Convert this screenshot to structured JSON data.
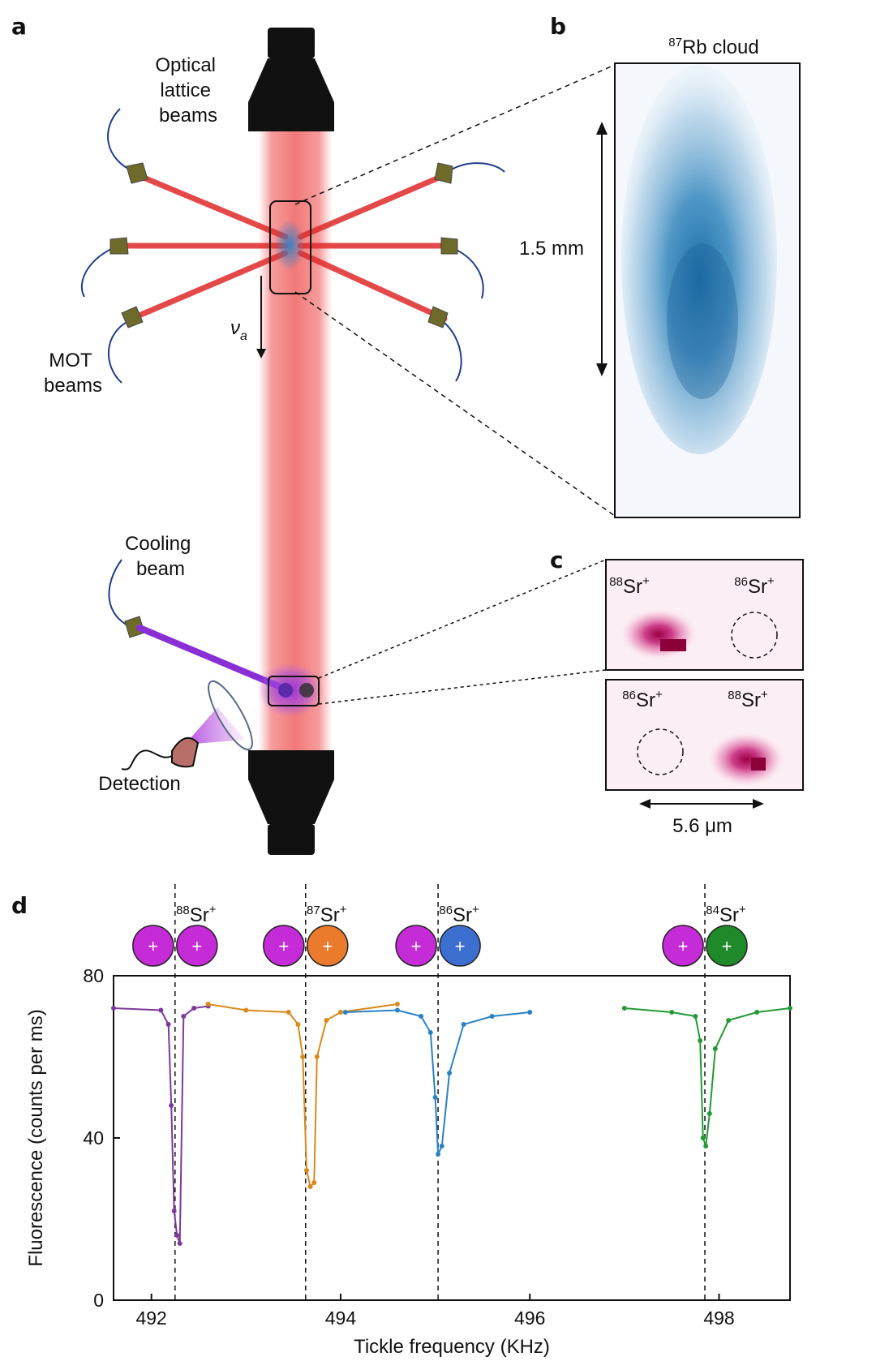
{
  "panels": {
    "a": {
      "label": "a",
      "optical_lattice": [
        "Optical",
        "lattice",
        "beams"
      ],
      "mot": [
        "MOT",
        "beams"
      ],
      "cooling": [
        "Cooling",
        "beam"
      ],
      "detection": "Detection",
      "nu_symbol": "ν",
      "nu_sub": "a"
    },
    "b": {
      "label": "b",
      "title_sup": "87",
      "title_text": "Rb cloud",
      "scale_text": "1.5 mm"
    },
    "c": {
      "label": "c",
      "top_left_sup": "88",
      "top_left_text": "Sr",
      "top_right_sup": "86",
      "top_right_text": "Sr",
      "bottom_left_sup": "86",
      "bottom_left_text": "Sr",
      "bottom_right_sup": "88",
      "bottom_right_text": "Sr",
      "ion_charge": "+",
      "scale_text": "5.6 μm"
    },
    "d": {
      "label": "d",
      "ion_plus": "+",
      "pairs": [
        {
          "sup": "88",
          "text": "Sr",
          "charge": "+",
          "color": "#c52bd6"
        },
        {
          "sup": "87",
          "text": "Sr",
          "charge": "+",
          "color": "#ea7a2c"
        },
        {
          "sup": "86",
          "text": "Sr",
          "charge": "+",
          "color": "#3c6fd0"
        },
        {
          "sup": "84",
          "text": "Sr",
          "charge": "+",
          "color": "#1f8a2a"
        }
      ]
    }
  },
  "chart_data": {
    "type": "line",
    "xlabel": "Tickle frequency (KHz)",
    "ylabel": "Fluorescence (counts per ms)",
    "xlim": [
      491.6,
      498.75
    ],
    "ylim": [
      0,
      80
    ],
    "xticks": [
      "492",
      "494",
      "496",
      "498"
    ],
    "yticks": [
      "0",
      "40",
      "80"
    ],
    "resonance_lines": [
      492.25,
      493.63,
      495.03,
      497.85
    ],
    "series": [
      {
        "color": "#7b3a9a",
        "x": [
          491.6,
          492.1,
          492.18,
          492.21,
          492.24,
          492.27,
          492.3,
          492.34,
          492.45,
          492.6
        ],
        "y": [
          72,
          71.5,
          68,
          48,
          22,
          16,
          14,
          70,
          72,
          72.5
        ]
      },
      {
        "color": "#d9891c",
        "x": [
          492.6,
          493.0,
          493.45,
          493.55,
          493.6,
          493.64,
          493.68,
          493.72,
          493.75,
          493.85,
          494.0,
          494.6
        ],
        "y": [
          73,
          71.5,
          71,
          68,
          60,
          32,
          28,
          29,
          60,
          69,
          71,
          73
        ]
      },
      {
        "color": "#2a82c4",
        "x": [
          494.05,
          494.6,
          494.85,
          494.95,
          495.0,
          495.03,
          495.07,
          495.15,
          495.3,
          495.6,
          496.0
        ],
        "y": [
          71,
          71.5,
          70,
          66,
          50,
          36,
          38,
          56,
          68,
          70,
          71
        ]
      },
      {
        "color": "#239a35",
        "x": [
          497.0,
          497.5,
          497.75,
          497.8,
          497.83,
          497.86,
          497.9,
          497.96,
          498.1,
          498.4,
          498.75
        ],
        "y": [
          72,
          71,
          70,
          64,
          40,
          38,
          46,
          62,
          69,
          71,
          72
        ]
      }
    ]
  }
}
